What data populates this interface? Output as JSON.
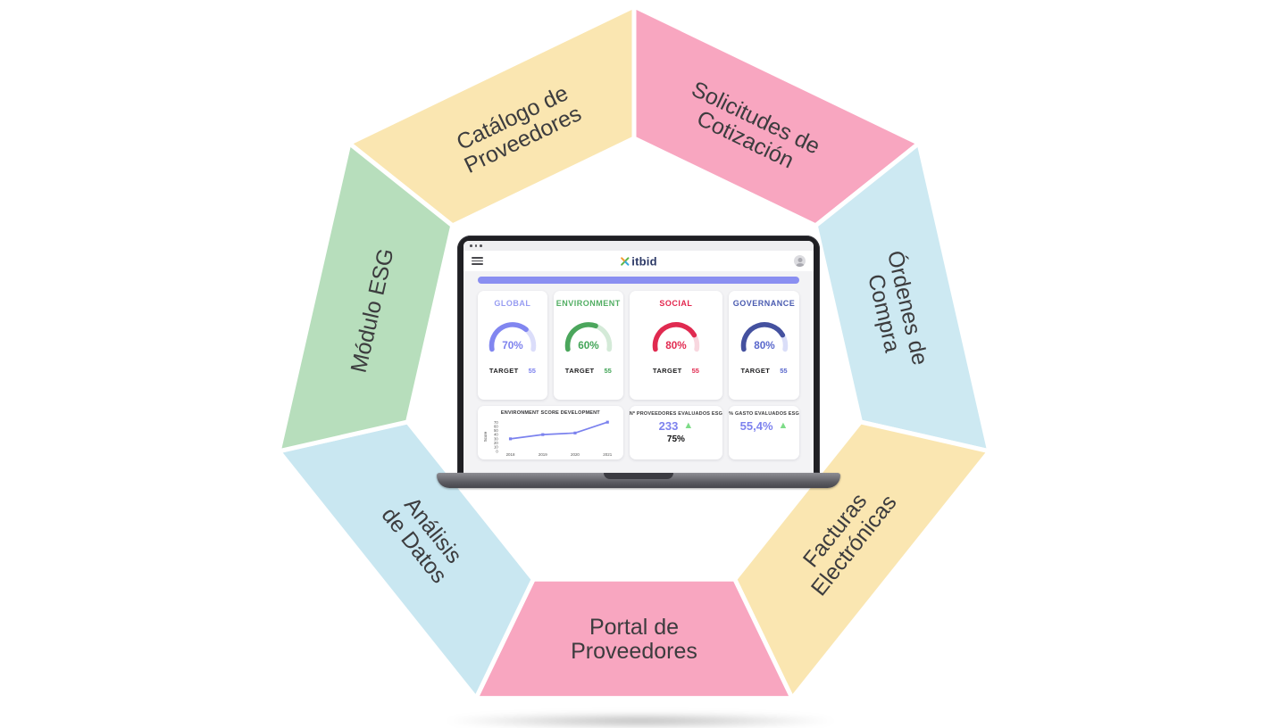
{
  "diagram": {
    "text_color": "#3C3C3E",
    "modules": [
      {
        "id": "catalogo-de-proveedores",
        "lines": [
          "Catálogo de",
          "Proveedores"
        ],
        "color": "#FAE6B1"
      },
      {
        "id": "solicitudes-de-cotizacion",
        "lines": [
          "Solicitudes de",
          "Cotización"
        ],
        "color": "#F8A6C0"
      },
      {
        "id": "ordenes-de-compra",
        "lines": [
          "Órdenes de",
          "Compra"
        ],
        "color": "#CDE9F2"
      },
      {
        "id": "facturas-electronicas",
        "lines": [
          "Facturas",
          "Electrónicas"
        ],
        "color": "#FAE6B1"
      },
      {
        "id": "portal-de-proveedores",
        "lines": [
          "Portal de",
          "Proveedores"
        ],
        "color": "#F8A6C0"
      },
      {
        "id": "analisis-de-datos",
        "lines": [
          "Análisis",
          "de Datos"
        ],
        "color": "#C9E7F1"
      },
      {
        "id": "modulo-esg",
        "lines": [
          "Módulo ESG"
        ],
        "color": "#B7DEBC"
      }
    ]
  },
  "laptop": {
    "logo": {
      "text": "itbid",
      "color": "#2D3A67",
      "icon": "multicolor-x-icon"
    },
    "header_icons": [
      "menu-icon",
      "user-avatar-icon"
    ],
    "progress_color": "#8A8FF1"
  },
  "dashboard": {
    "gauges": [
      {
        "label": "GLOBAL",
        "label_color": "#979CF2",
        "value": 70,
        "display": "70%",
        "arc_color": "#8186F0",
        "track_color": "#DBDDFA",
        "value_color": "#7D82EE",
        "target_label": "TARGET",
        "target_value": "55"
      },
      {
        "label": "ENVIRONMENT",
        "label_color": "#52AE63",
        "value": 60,
        "display": "60%",
        "arc_color": "#4BA65C",
        "track_color": "#D4EAD8",
        "value_color": "#43A558",
        "target_label": "TARGET",
        "target_value": "55"
      },
      {
        "label": "SOCIAL",
        "label_color": "#E3274E",
        "value": 80,
        "display": "80%",
        "arc_color": "#E02A50",
        "track_color": "#F8D7DF",
        "value_color": "#E22C52",
        "target_label": "TARGET",
        "target_value": "55"
      },
      {
        "label": "GOVERNANCE",
        "label_color": "#4A5BB0",
        "value": 80,
        "display": "80%",
        "arc_color": "#44519F",
        "track_color": "#DADEF8",
        "value_color": "#5A68CC",
        "target_label": "TARGET",
        "target_value": "55"
      }
    ],
    "kpis": [
      {
        "title": "Nº PROVEEDORES EVALUADOS ESG",
        "value": "233",
        "value_color": "#7D82EE",
        "trend": "up",
        "trend_glyph": "▲",
        "trend_color": "#7DDC87",
        "secondary": "75%"
      },
      {
        "title": "% GASTO EVALUADOS ESG",
        "value": "55,4%",
        "value_color": "#7D82EE",
        "trend": "up",
        "trend_glyph": "▲",
        "trend_color": "#7DDC87",
        "secondary": ""
      }
    ]
  },
  "chart_data": {
    "type": "line",
    "title": "ENVIRONMENT SCORE DEVELOPMENT",
    "x": [
      "2018",
      "2019",
      "2020",
      "2021"
    ],
    "values": [
      30,
      40,
      44,
      70
    ],
    "xlabel": "",
    "ylabel": "Score",
    "ylim": [
      0,
      70
    ],
    "yticks": [
      0,
      10,
      20,
      30,
      40,
      50,
      60,
      70
    ],
    "line_color": "#7B82EE",
    "grid": false,
    "legend": null
  }
}
